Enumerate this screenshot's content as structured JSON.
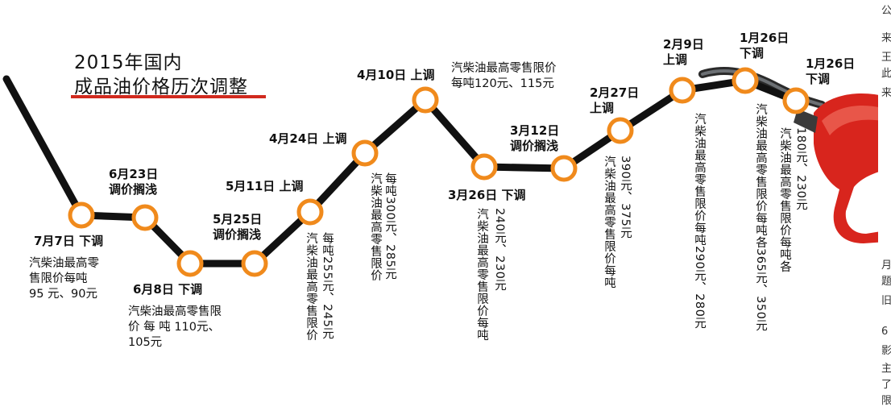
{
  "title_line1": "2015年国内",
  "title_line2": "成品油价格历次调整",
  "colors": {
    "line": "#111111",
    "node_ring": "#f08a1c",
    "node_fill": "#ffffff",
    "underline": "#d12a1e",
    "nozzle": "#d8251d"
  },
  "events": [
    {
      "id": "jul7",
      "date": "7月7日 下调",
      "desc": "汽柴油最高零售限价每吨 95 元、90元"
    },
    {
      "id": "jun23",
      "date": "6月23日\n调价搁浅",
      "desc": ""
    },
    {
      "id": "jun8",
      "date": "6月8日 下调",
      "desc": "汽柴油最高零售限 价 每 吨 110元、105元"
    },
    {
      "id": "may25",
      "date": "5月25日\n调价搁浅",
      "desc": ""
    },
    {
      "id": "may11",
      "date": "5月11日 上调",
      "desc": "汽柴油最高零售限价",
      "desc2": "每吨255元、245元"
    },
    {
      "id": "apr24",
      "date": "4月24日 上调",
      "desc": "汽柴油最高零售限价",
      "desc2": "每吨300元、285元"
    },
    {
      "id": "apr10",
      "date": "4月10日 上调",
      "desc": "汽柴油最高零售限价\n每吨120元、115元"
    },
    {
      "id": "mar26",
      "date": "3月26日 下调",
      "desc": "汽柴油最高零售限价每吨",
      "desc2": "240元、230元"
    },
    {
      "id": "mar12",
      "date": "3月12日\n调价搁浅",
      "desc": ""
    },
    {
      "id": "feb27",
      "date": "2月27日\n上调",
      "desc": "汽柴油最高零售限价每吨",
      "desc2": "390元、375元"
    },
    {
      "id": "feb9",
      "date": "2月9日\n上调",
      "desc": "汽柴油最高零售限价每吨290元、280元"
    },
    {
      "id": "jan26a",
      "date": "1月26日\n下调",
      "desc": "汽柴油最高零售限价每吨各365元、350元"
    },
    {
      "id": "jan26b",
      "date": "1月26日\n下调",
      "desc": "汽柴油最高零售限价每吨各",
      "desc2": "180元、230元"
    }
  ],
  "side_chars": [
    "公",
    "来",
    "王",
    "此",
    "来",
    "月",
    "题",
    "旧",
    "6",
    "影",
    "主",
    "了",
    "限"
  ]
}
